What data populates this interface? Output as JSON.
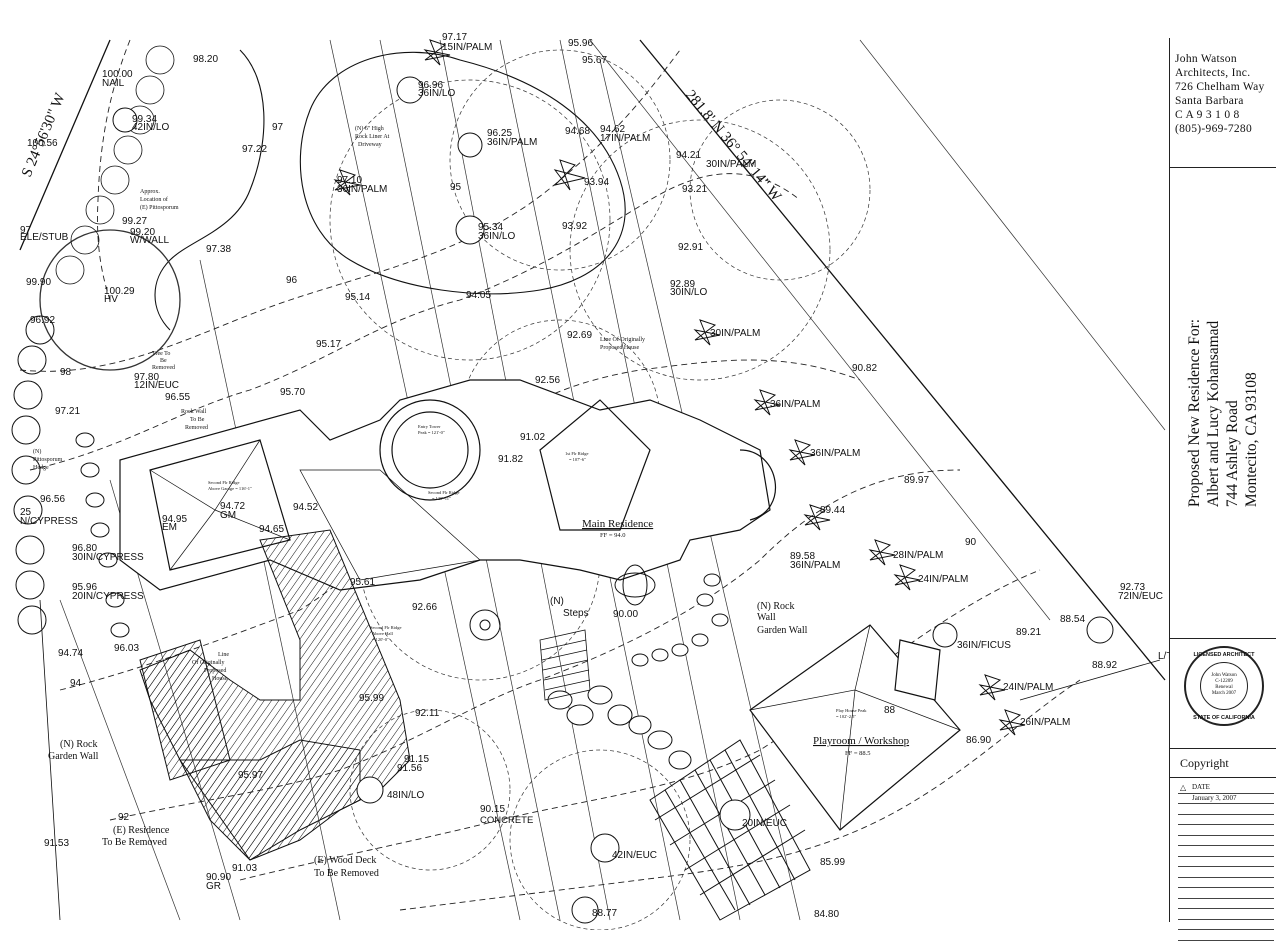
{
  "firm": {
    "lines": [
      "John Watson",
      "Architects, Inc.",
      "726 Chelham Way",
      "Santa Barbara",
      "C A  9 3 1 0 8",
      "(805)-969-7280"
    ]
  },
  "project": {
    "line1": "Proposed New Residence For:",
    "line2": "Albert and Lucy Kohansamad",
    "line3": "744 Ashley Road",
    "line4": "Montecito, CA  93108"
  },
  "seal": {
    "top": "LICENSED ARCHITECT",
    "lines": [
      "John Watson",
      "C-12209",
      "Renewal",
      "March 2007"
    ],
    "bottom": "STATE OF CALIFORNIA"
  },
  "copyright": "Copyright",
  "revision": {
    "header": "DATE",
    "date": "January 3, 2007"
  },
  "labels": {
    "bearing_left": "S 24°56'30\" W",
    "bearing_right": "281.8' N 36° 54' 14\" W",
    "main_residence": "Main Residence",
    "main_residence_ff": "FF = 94.0",
    "playroom": "Playroom / Workshop",
    "playroom_ff": "FF = 88.5",
    "rock_wall_right": [
      "(N) Rock",
      "Wall",
      "Garden Wall"
    ],
    "rock_wall_left": [
      "(N) Rock",
      "Garden Wall"
    ],
    "residence_removed": [
      "(E) Residence",
      "To Be Removed"
    ],
    "wood_deck": [
      "(E) Wood Deck",
      "To Be Removed"
    ],
    "steps": [
      "(N)",
      "Steps"
    ],
    "rock_liner": [
      "(N) 6\" High",
      "Rock Liner At",
      "Driveway"
    ],
    "pittosporum": [
      "Approx.",
      "Location of",
      "(E) Pittosporum"
    ],
    "line_orig": [
      "Line Of Originally",
      "Proposed House"
    ],
    "line_orig_left": [
      "Line",
      "Of Originally",
      "Proposed",
      "House"
    ],
    "rock_wall_removed": [
      "Rock Wall",
      "To Be",
      "Removed"
    ],
    "tree_removed": [
      "Tree To",
      "Be",
      "Removed"
    ],
    "pitto_hedge": [
      "(N)",
      "Pittosporum",
      "Hedge"
    ],
    "lt": "L/T",
    "concrete": "CONCRETE",
    "ridge1": [
      "Second Flr Ridge",
      "Above Garage = 116'-1\""
    ],
    "ridge2": [
      "Second Flr Ridge",
      "= 120'-11\""
    ],
    "ridge3": [
      "1st Flr Ridge",
      "= 107'-6\""
    ],
    "ridge4": [
      "Entry Tower",
      "Peak = 121'-0\""
    ],
    "ridge5": [
      "Play House Peak",
      "= 102'-2.5\""
    ],
    "ridge6": [
      "Second Flr Ridge",
      "Above Hall",
      "= 120'-0\""
    ]
  },
  "spot_elevations": [
    "98.20",
    "100.00",
    "NAIL",
    "99.34",
    "100.56",
    "97.22",
    "99.27",
    "99.20",
    "W/WALL",
    "97.38",
    "99.90",
    "100.29",
    "HV",
    "96.92",
    "95.14",
    "94.05",
    "95.17",
    "97.80",
    "96.55",
    "97.21",
    "96.56",
    "95.70",
    "94.95",
    "EM",
    "94.72",
    "GM",
    "94.65",
    "94.52",
    "96.80",
    "95.96",
    "94.74",
    "96.03",
    "95.61",
    "92.66",
    "95.99",
    "92.11",
    "91.56",
    "91.15",
    "95.97",
    "91.53",
    "91.03",
    "90.90",
    "GR",
    "90.15",
    "92.56",
    "92.69",
    "93.92",
    "93.94",
    "94.68",
    "94.62",
    "94.21",
    "93.21",
    "92.91",
    "92.89",
    "90.82",
    "89.97",
    "89.44",
    "89.58",
    "89.21",
    "88.54",
    "88.92",
    "86.90",
    "85.99",
    "84.80",
    "88.77",
    "90.00",
    "91.82",
    "91.02",
    "95.96",
    "95.67",
    "97.17",
    "96.96",
    "96.25",
    "97.10",
    "95.34",
    "92.73",
    "ELE/STUB",
    "97",
    "25"
  ],
  "trees": [
    "15IN/PALM",
    "36IN/LO",
    "36IN/PALM",
    "42IN/LO",
    "36IN/PALM",
    "36IN/LO",
    "17IN/PALM",
    "30IN/PALM",
    "30IN/LO",
    "30IN/PALM",
    "36IN/PALM",
    "36IN/PALM",
    "36IN/PALM",
    "28IN/PALM",
    "24IN/PALM",
    "36IN/FICUS",
    "24IN/PALM",
    "26IN/PALM",
    "72IN/EUC",
    "20IN/EUC",
    "42IN/EUC",
    "48IN/LO",
    "30IN/CYPRESS",
    "20IN/CYPRESS",
    "12IN/EUC",
    "N/CYPRESS"
  ],
  "contours": [
    "98",
    "96",
    "94",
    "92",
    "90",
    "88",
    "97",
    "95"
  ]
}
